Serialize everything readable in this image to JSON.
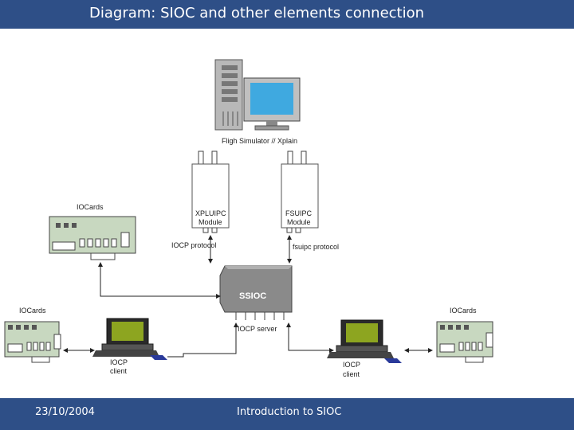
{
  "header": {
    "title": "Diagram: SIOC and other elements connection"
  },
  "footer": {
    "date": "23/10/2004",
    "center": "Introduction to SIOC"
  },
  "diagram": {
    "simulator_label": "Fligh Simulator // Xplain",
    "xpluipc_label": [
      "XPLUIPC",
      "Module"
    ],
    "fsuipc_label": [
      "FSUIPC",
      "Module"
    ],
    "iocp_protocol_label": "IOCP protocol",
    "fsuipc_protocol_label": "fsuipc protocol",
    "sioc_label": "SSIOC",
    "iocp_server_label": "IOCP server",
    "iocards_top_label": "IOCards",
    "iocards_left_label": "IOCards",
    "iocards_right_label": "IOCards",
    "client_left_label": [
      "IOCP",
      "client"
    ],
    "client_right_label": [
      "IOCP",
      "client"
    ]
  },
  "colors": {
    "header_bg": "#2e4f87",
    "card_green": "#c8d8c0",
    "monitor_screen": "#8da520",
    "sioc_box": "#8a8a8a"
  }
}
